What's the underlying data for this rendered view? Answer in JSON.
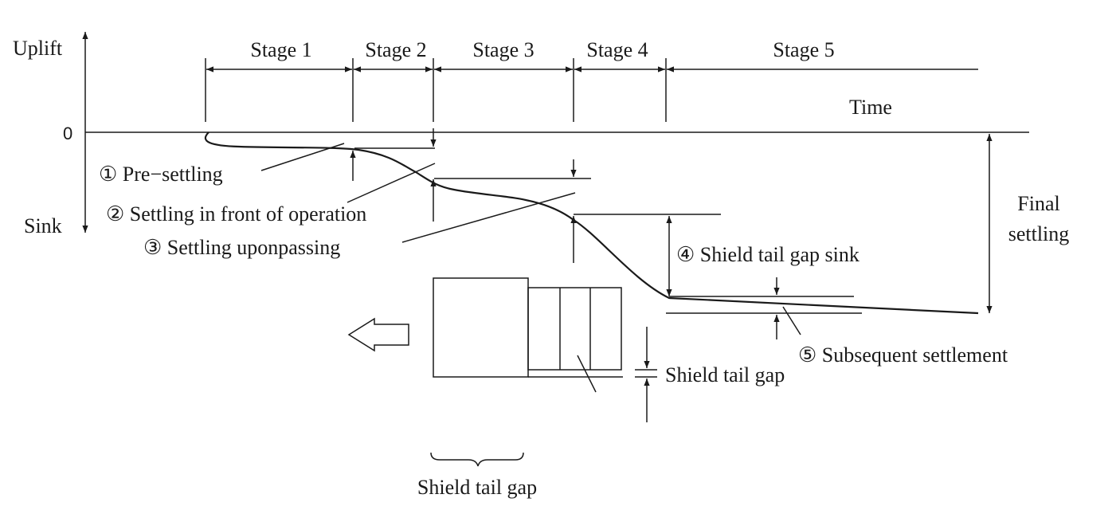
{
  "axis": {
    "uplift": "Uplift",
    "zero": "0",
    "sink": "Sink",
    "time": "Time"
  },
  "stages": [
    "Stage 1",
    "Stage 2",
    "Stage 3",
    "Stage 4",
    "Stage 5"
  ],
  "annotations": {
    "pre_settling": "① Pre−settling",
    "settling_front": "② Settling in front of operation",
    "settling_passing": "③ Settling uponpassing",
    "tail_gap_sink": "④ Shield tail gap sink",
    "subsequent": "⑤ Subsequent settlement",
    "final_line1": "Final",
    "final_line2": "settling"
  },
  "shield": {
    "tail_gap_label": "Shield tail gap",
    "brace_label": "Shield tail gap"
  },
  "colors": {
    "ink": "#1a1a1a",
    "background": "#ffffff"
  }
}
